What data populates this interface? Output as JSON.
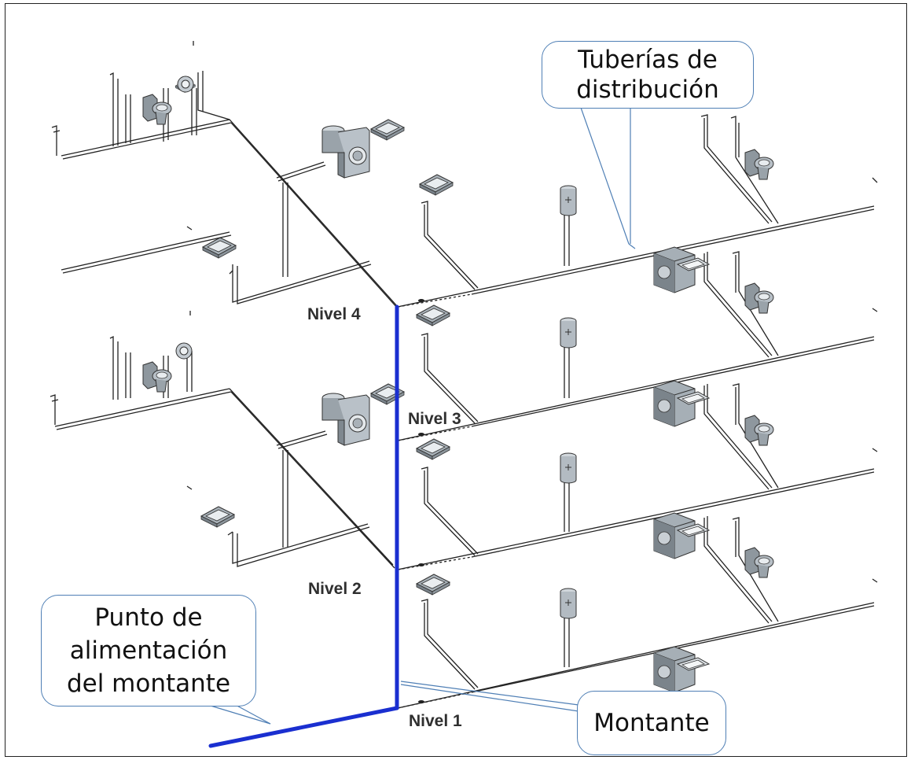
{
  "labels": {
    "tuberias_line1": "Tuberías de",
    "tuberias_line2": "distribución",
    "punto_line1": "Punto de",
    "punto_line2": "alimentación",
    "punto_line3": "del montante",
    "montante": "Montante",
    "nivel4": "Nivel 4",
    "nivel3": "Nivel 3",
    "nivel2": "Nivel 2",
    "nivel1": "Nivel 1"
  },
  "colors": {
    "riser": "#1a2fd0",
    "callout_border": "#4f7fb5",
    "pipe": "#222222",
    "fixture": "#9aa4ad"
  },
  "icons": [
    "washing-machine-icon",
    "toilet-icon",
    "sink-icon",
    "bidet-icon",
    "water-heater-icon",
    "shower-tray-icon"
  ]
}
